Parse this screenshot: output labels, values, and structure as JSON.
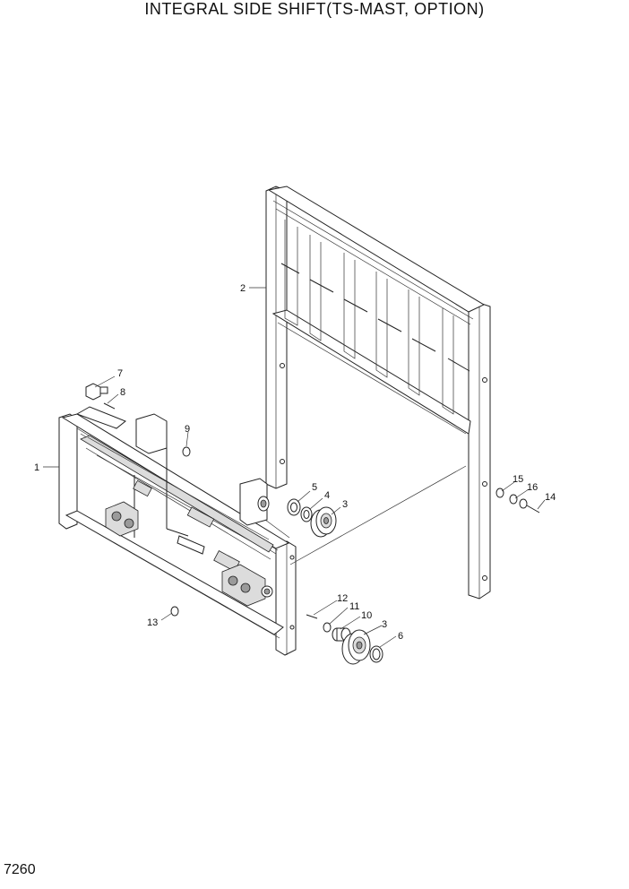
{
  "title": "INTEGRAL SIDE SHIFT(TS-MAST, OPTION)",
  "page_number": "7260",
  "callouts": {
    "c1": "1",
    "c2": "2",
    "c3a": "3",
    "c3b": "3",
    "c4": "4",
    "c5": "5",
    "c6": "6",
    "c7": "7",
    "c8": "8",
    "c9": "9",
    "c10": "10",
    "c11": "11",
    "c12": "12",
    "c13": "13",
    "c14": "14",
    "c15": "15",
    "c16": "16"
  }
}
